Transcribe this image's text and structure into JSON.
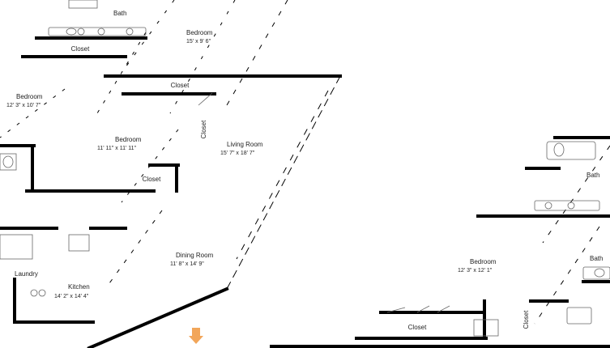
{
  "rooms": {
    "bath_top": "Bath",
    "bedroom_top": "Bedroom",
    "bedroom_top_dim": "15' x 9' 6\"",
    "closet_top": "Closet",
    "closet_mid": "Closet",
    "closet_vertical": "Closet",
    "bedroom_left": "Bedroom",
    "bedroom_left_dim": "12' 3\" x 10' 7\"",
    "bedroom_center": "Bedroom",
    "bedroom_center_dim": "11' 11\" x 11' 11\"",
    "living_room": "Living Room",
    "living_room_dim": "15' 7\" x 18' 7\"",
    "closet_small": "Closet",
    "dining_room": "Dining Room",
    "dining_room_dim": "11' 8\" x 14' 9\"",
    "laundry": "Laundry",
    "kitchen": "Kitchen",
    "kitchen_dim": "14' 2\" x 14' 4\"",
    "bath_right": "Bath",
    "bedroom_right": "Bedroom",
    "bedroom_right_dim": "12' 3\" x 12' 1\"",
    "bath_right_small": "Bath",
    "closet_right": "Closet",
    "closet_right_vertical": "Closet"
  },
  "colors": {
    "entry_arrow": "#f2a65a",
    "walls": "#000000"
  },
  "icons": {
    "entry": "entry-arrow-icon"
  }
}
